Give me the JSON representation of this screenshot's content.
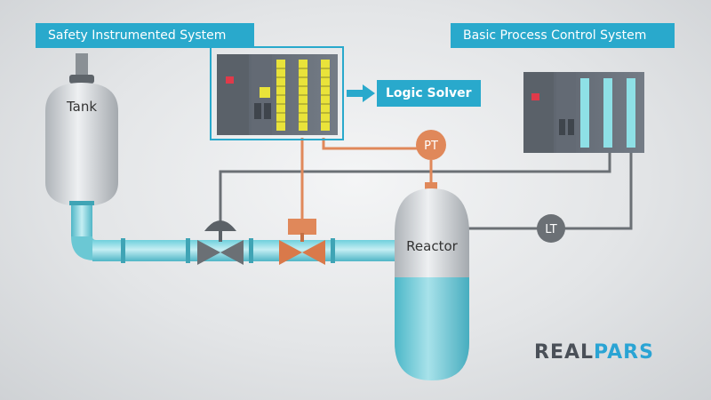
{
  "titles": {
    "sis": "Safety Instrumented System",
    "bpcs": "Basic Process Control System",
    "logic_solver": "Logic Solver"
  },
  "equipment": {
    "tank": "Tank",
    "reactor": "Reactor",
    "pressure_transmitter": "PT",
    "level_transmitter": "LT"
  },
  "brand": {
    "part1": "REAL",
    "part2": "PARS"
  },
  "colors": {
    "accent_blue": "#29a9cc",
    "safety_orange": "#e0885a",
    "control_gray": "#6b7075",
    "liquid_cyan": "#5cc6d6",
    "plc_yellow": "#e9e33a"
  }
}
